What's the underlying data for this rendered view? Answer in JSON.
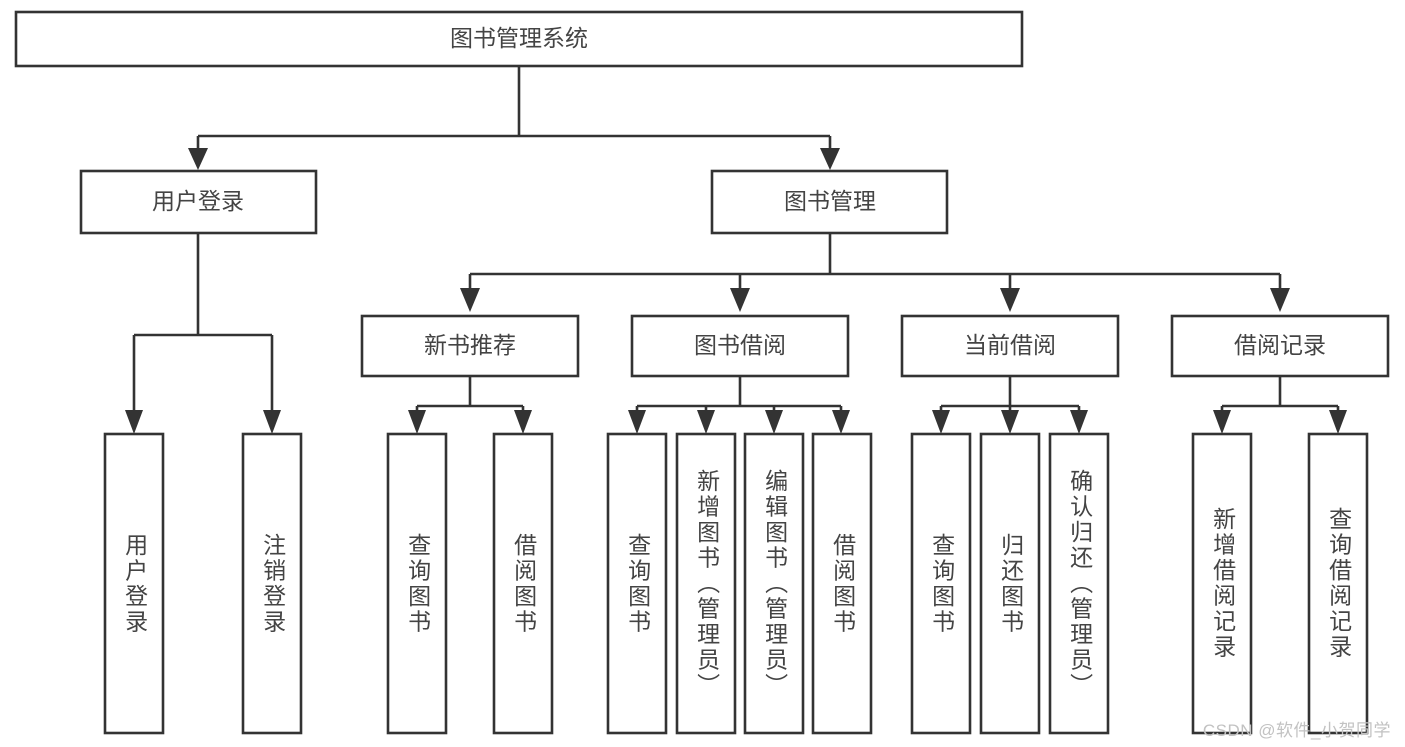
{
  "diagram": {
    "title": "图书管理系统",
    "type": "tree-hierarchy-diagram",
    "colors": {
      "box_stroke": "#333333",
      "box_fill": "#ffffff",
      "text": "#444444",
      "background": "#ffffff",
      "watermark": "#c2c2c2"
    },
    "root": {
      "label": "图书管理系统"
    },
    "level2": [
      {
        "label": "用户登录"
      },
      {
        "label": "图书管理"
      }
    ],
    "level3": [
      {
        "label": "新书推荐"
      },
      {
        "label": "图书借阅"
      },
      {
        "label": "当前借阅"
      },
      {
        "label": "借阅记录"
      }
    ],
    "leaves": {
      "user_login": [
        {
          "label": "用户登录"
        },
        {
          "label": "注销登录"
        }
      ],
      "new_book_recommend": [
        {
          "label": "查询图书"
        },
        {
          "label": "借阅图书"
        }
      ],
      "book_borrow": [
        {
          "label": "查询图书"
        },
        {
          "label": "新增图书（管理员）"
        },
        {
          "label": "编辑图书（管理员）"
        },
        {
          "label": "借阅图书"
        }
      ],
      "current_borrow": [
        {
          "label": "查询图书"
        },
        {
          "label": "归还图书"
        },
        {
          "label": "确认归还（管理员）"
        }
      ],
      "borrow_record": [
        {
          "label": "新增借阅记录"
        },
        {
          "label": "查询借阅记录"
        }
      ]
    }
  },
  "watermark": {
    "text": "CSDN @软件_小贺同学"
  }
}
